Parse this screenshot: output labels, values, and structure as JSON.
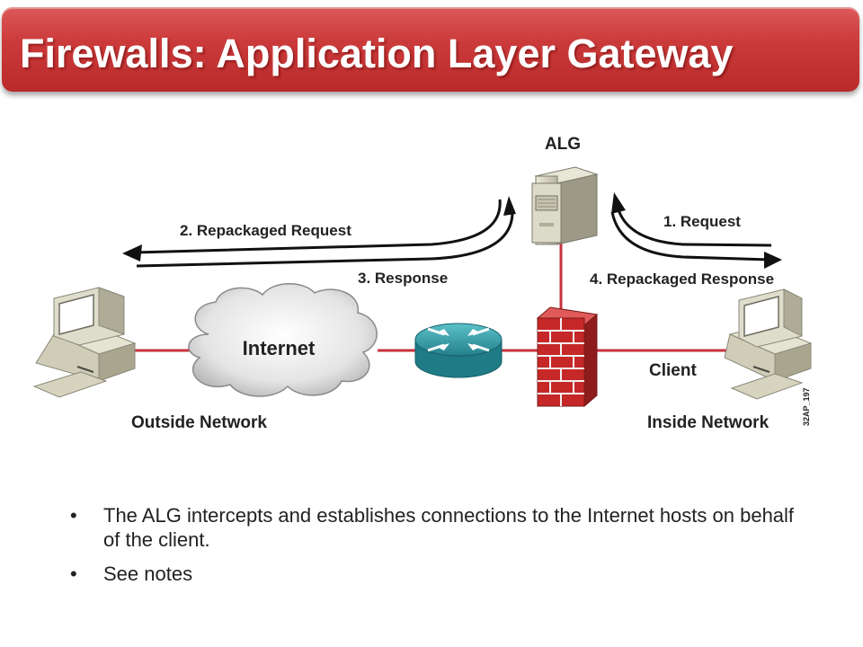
{
  "slide": {
    "title": "Firewalls: Application Layer Gateway"
  },
  "diagram": {
    "alg_label": "ALG",
    "request_label": "1. Request",
    "repackaged_request_label": "2. Repackaged Request",
    "response_label": "3. Response",
    "repackaged_response_label": "4. Repackaged Response",
    "internet_label": "Internet",
    "client_label": "Client",
    "outside_network_label": "Outside Network",
    "inside_network_label": "Inside Network",
    "figure_id": "32AP_197",
    "colors": {
      "link_line": "#c8323c",
      "router": "#2f9aa5",
      "firewall_brick": "#c62828",
      "computer_body": "#d9d6c8"
    }
  },
  "bullets": [
    {
      "marker": "•",
      "text": "The ALG intercepts and establishes connections to the Internet hosts on behalf of the client."
    },
    {
      "marker": "•",
      "text": "See notes"
    }
  ]
}
